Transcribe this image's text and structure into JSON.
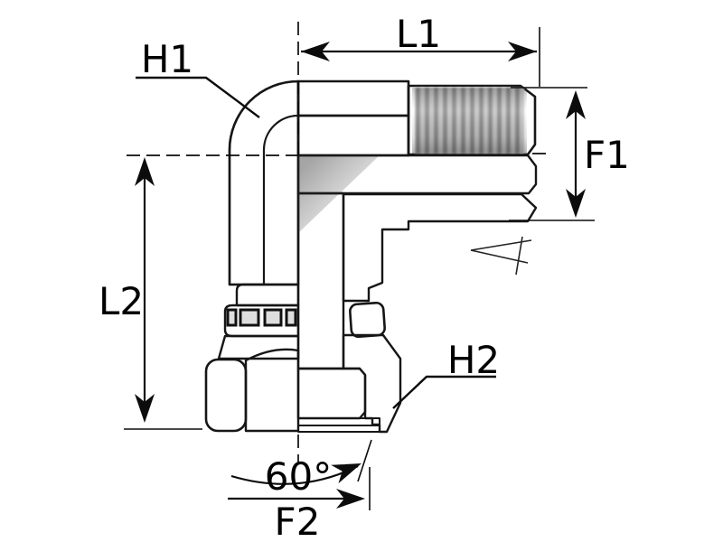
{
  "drawing": {
    "kind": "technical-drawing-90-degree-elbow-fitting",
    "labels": {
      "l1": "L1",
      "f1": "F1",
      "l2": "L2",
      "h1": "H1",
      "h2": "H2",
      "angle": "60°",
      "f2": "F2"
    },
    "colors": {
      "bg": "#ffffff",
      "outline": "#161616",
      "dim": "#0c0c0c",
      "label": "#000000",
      "body_light": "#d2d2d2",
      "body_mid": "#b5b5b5",
      "shade_dark": "#5e5e5e",
      "hatch_fill": "#bdbdbd",
      "nut_dark": "#6a6a6a",
      "thread_dark": "#8b8b8b",
      "thread_light": "#c6c6c6"
    }
  }
}
